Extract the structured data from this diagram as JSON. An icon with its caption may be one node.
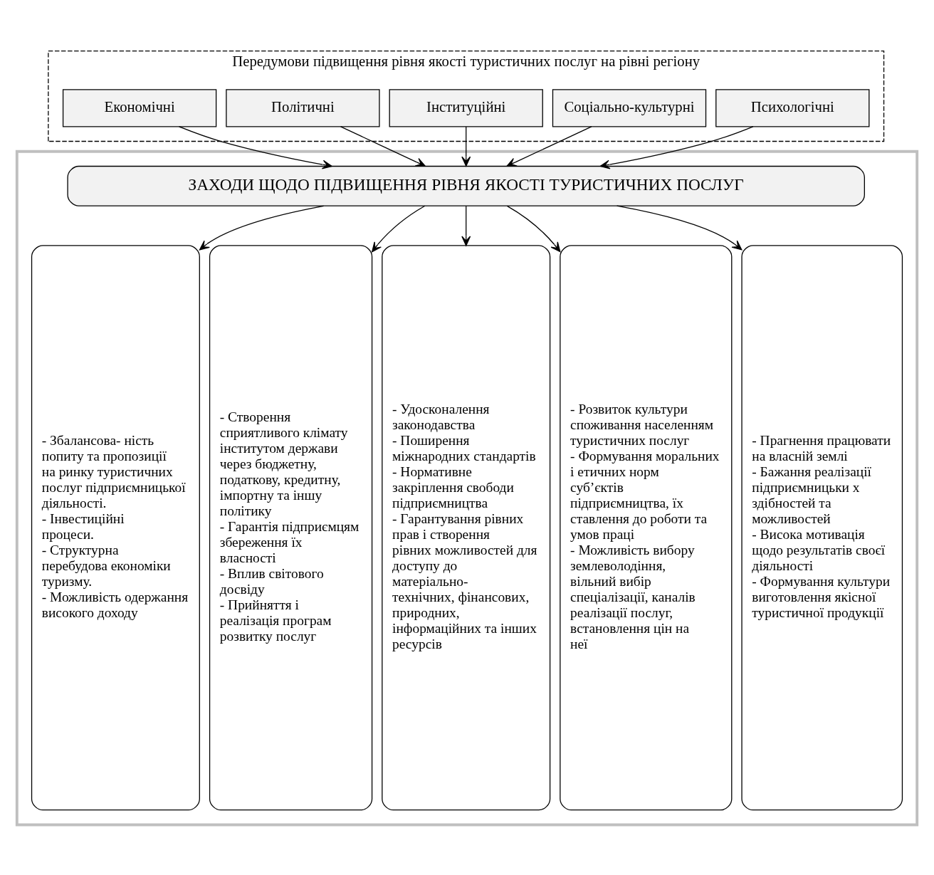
{
  "diagram": {
    "nodes": [
      {
        "text": [
          "Передумови підвищення рівня якості туристичних послуг на рівні регіону"
        ]
      },
      {
        "text": [
          "Економічні"
        ],
        "in": 0
      },
      {
        "text": [
          "Політичні"
        ],
        "in": 0
      },
      {
        "text": [
          "Інституційні"
        ],
        "in": 0
      },
      {
        "text": [
          "Соціально-культурні"
        ],
        "in": 0
      },
      {
        "text": [
          "Психологічні"
        ],
        "in": 0
      },
      {
        "text": [],
        "shape": "box"
      },
      {
        "text": [
          "ЗАХОДИ ЩОДО ПІДВИЩЕННЯ РІВНЯ ЯКОСТІ ТУРИСТИЧНИХ ПОСЛУГ"
        ],
        "in": 6
      },
      {
        "text": [
          "- Збалансова- ність попиту та пропозиції на ринку туристичних послуг підприємницької діяльності.",
          "- Інвестиційні процеси.",
          "- Структурна перебудова економіки туризму.",
          "- Можливість одержання високого доходу"
        ],
        "in": 6
      },
      {
        "text": [
          "- Створення сприятливого клімату інститутом держави через бюджетну, податкову, кредитну, імпортну та іншу політику",
          "- Гарантія підприємцям збереження їх власності",
          "- Вплив світового досвіду",
          "- Прийняття і реалізація програм розвитку послуг"
        ],
        "in": 6
      },
      {
        "text": [
          "- Удосконалення законодавства",
          "- Поширення міжнародних стандартів",
          "- Нормативне закріплення свободи підприємництва",
          "- Гарантування рівних прав і створення рівних можливостей для доступу до матеріально- технічних, фінансових, природних, інформаційних та інших ресурсів"
        ],
        "in": 6
      },
      {
        "text": [
          "- Розвиток культури споживання населенням туристичних послуг",
          "- Формування моральних і етичних норм суб’єктів підприємництва, їх ставлення до роботи та умов праці",
          "- Можливість вибору землеволодіння, вільний вибір спеціалізації, каналів реалізації послуг, встановлення цін на неї"
        ],
        "in": 6
      },
      {
        "text": [
          "- Прагнення працювати на власній землі",
          "- Бажання реалізації підприємницьки х здібностей та можливостей",
          "- Висока мотивація щодо результатів своєї діяльності",
          "- Формування культури виготовлення якісної туристичної продукції"
        ],
        "in": 6
      }
    ],
    "edges": [
      {
        "from": 1,
        "to": 7,
        "arrow": "to"
      },
      {
        "from": 2,
        "to": 7,
        "arrow": "to"
      },
      {
        "from": 3,
        "to": 7,
        "arrow": "to"
      },
      {
        "from": 4,
        "to": 7,
        "arrow": "to"
      },
      {
        "from": 5,
        "to": 7,
        "arrow": "to"
      },
      {
        "from": 7,
        "to": 8,
        "arrow": "to"
      },
      {
        "from": 7,
        "to": 9,
        "arrow": "to"
      },
      {
        "from": 7,
        "to": 10,
        "arrow": "to"
      },
      {
        "from": 7,
        "to": 11,
        "arrow": "to"
      },
      {
        "from": 7,
        "to": 12,
        "arrow": "to"
      }
    ]
  }
}
